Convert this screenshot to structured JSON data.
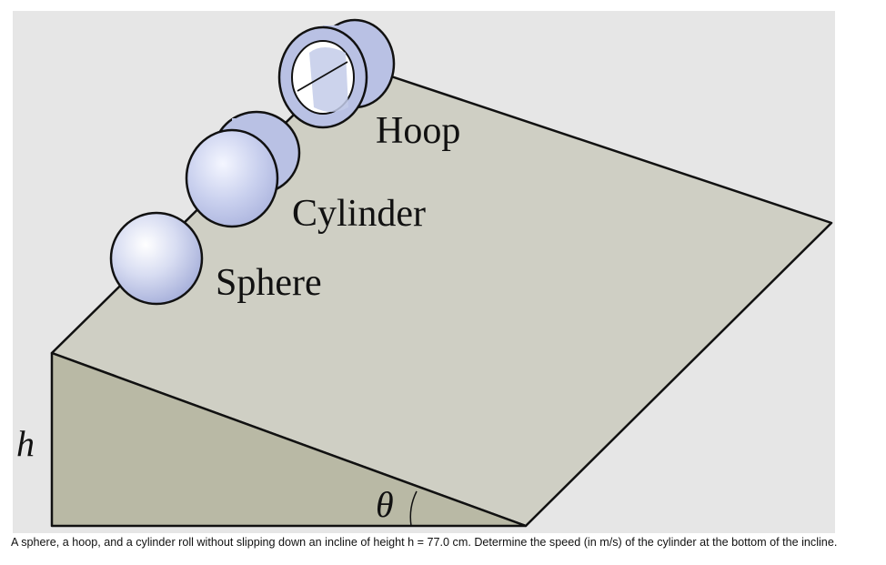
{
  "labels": {
    "hoop": "Hoop",
    "cylinder": "Cylinder",
    "sphere": "Sphere",
    "height": "h",
    "angle": "θ"
  },
  "caption": "A sphere, a hoop, and a cylinder roll without slipping down an incline of height h = 77.0 cm.  Determine the speed (in m/s) of the cylinder at the bottom of the incline.",
  "colors": {
    "background_panel": "#e6e6e6",
    "incline_top": "#cfcfc4",
    "incline_side": "#b9b9a5",
    "object_fill": "#b9c1e4",
    "outline": "#111111"
  }
}
